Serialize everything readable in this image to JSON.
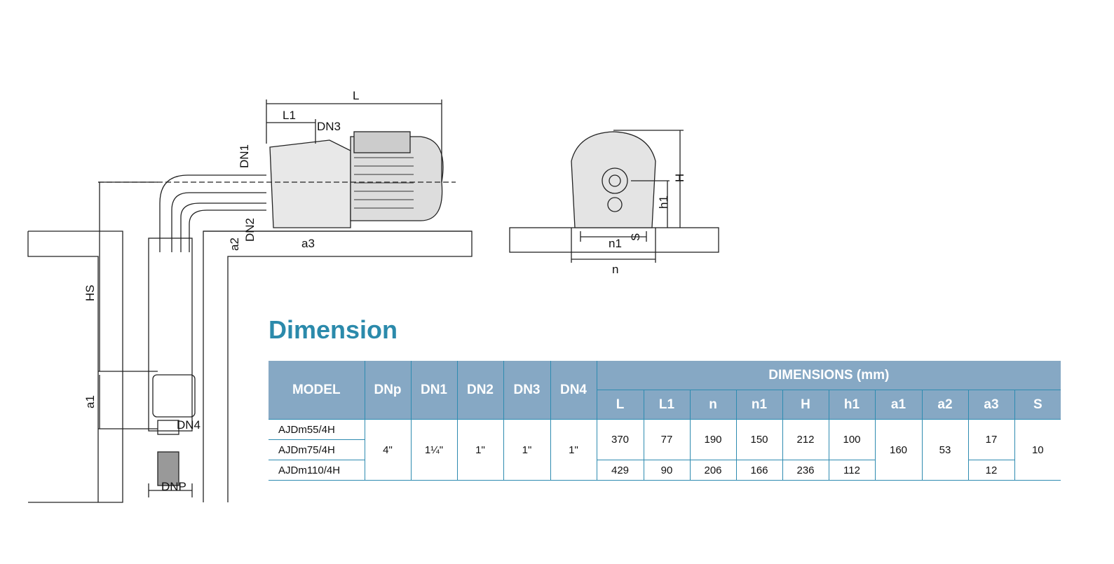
{
  "section_title": "Dimension",
  "drawing_labels": {
    "L": "L",
    "L1": "L1",
    "DN3": "DN3",
    "DN1": "DN1",
    "DN2": "DN2",
    "a2": "a2",
    "a3": "a3",
    "HS": "HS",
    "a1": "a1",
    "DN4": "DN4",
    "DNP": "DNP",
    "H": "H",
    "h1": "h1",
    "S": "S",
    "n1": "n1",
    "n": "n"
  },
  "table": {
    "headers": {
      "model": "MODEL",
      "dnp": "DNp",
      "dn1": "DN1",
      "dn2": "DN2",
      "dn3": "DN3",
      "dn4": "DN4",
      "dimensions": "DIMENSIONS (mm)"
    },
    "dim_columns": [
      "L",
      "L1",
      "n",
      "n1",
      "H",
      "h1",
      "a1",
      "a2",
      "a3",
      "S"
    ],
    "models": [
      "AJDm55/4H",
      "AJDm75/4H",
      "AJDm110/4H"
    ],
    "shared": {
      "dnp": "4\"",
      "dn1": "1¼\"",
      "dn2": "1\"",
      "dn3": "1\"",
      "dn4": "1\"",
      "a1": "160",
      "a2": "53",
      "S": "10"
    },
    "group_small": {
      "L": "370",
      "L1": "77",
      "n": "190",
      "n1": "150",
      "H": "212",
      "h1": "100",
      "a3": "17"
    },
    "group_large": {
      "L": "429",
      "L1": "90",
      "n": "206",
      "n1": "166",
      "H": "236",
      "h1": "112",
      "a3": "12"
    }
  }
}
